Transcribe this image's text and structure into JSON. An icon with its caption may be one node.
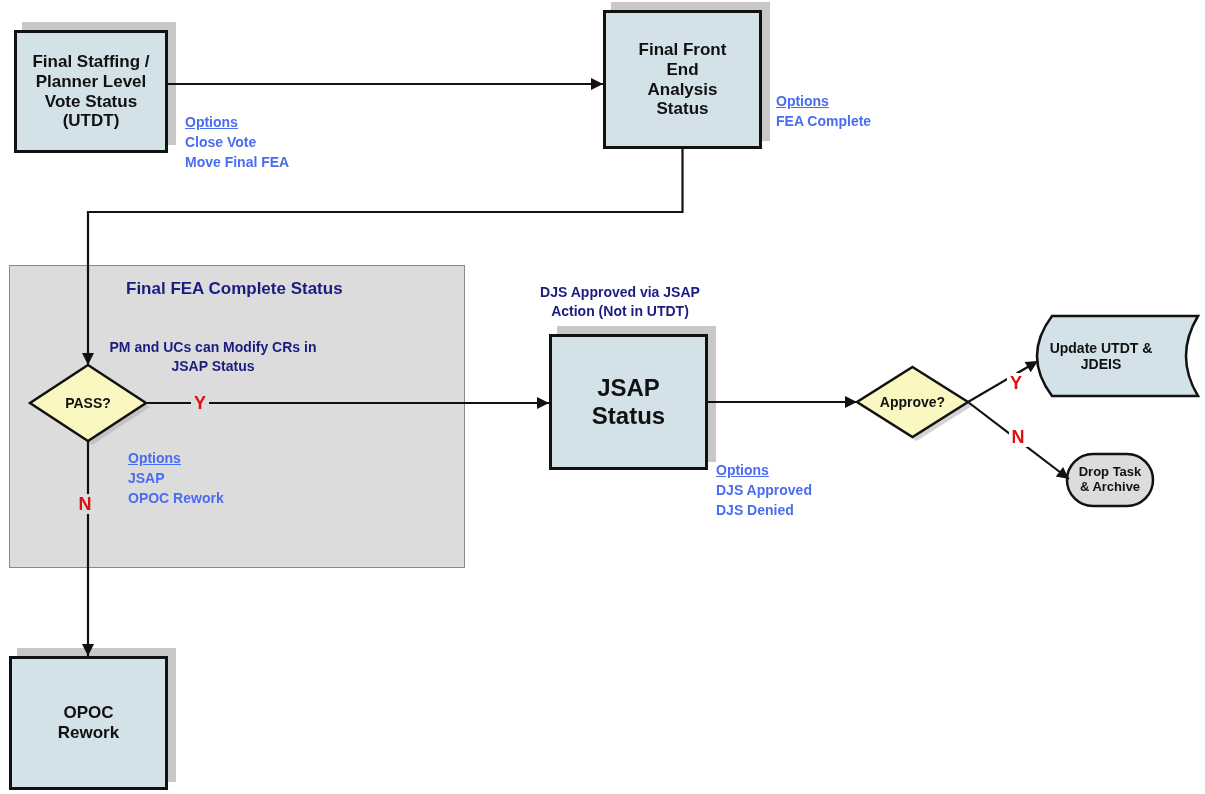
{
  "diagram": {
    "nodes": [
      {
        "text": [
          "Final Staffing / Planner Level Vote Status (UTDT)"
        ],
        "beside": [
          "Options",
          "Close Vote",
          "Move Final FEA"
        ]
      },
      {
        "text": [
          "Final Front End Analysis Status"
        ],
        "beside": [
          "Options",
          "FEA Complete"
        ]
      },
      {
        "text": [
          "Final FEA Complete Status"
        ]
      },
      {
        "text": [
          "PASS?"
        ],
        "in": 2,
        "beside": [
          "PM and UCs can Modify CRs in JSAP Status",
          "Options",
          "JSAP",
          "OPOC Rework"
        ]
      },
      {
        "text": [
          "JSAP Status"
        ],
        "beside": [
          "DJS Approved via JSAP Action (Not in UTDT)",
          "Options",
          "DJS Approved",
          "DJS Denied"
        ]
      },
      {
        "text": [
          "Approve?"
        ]
      },
      {
        "text": [
          "Update UTDT & JDEIS"
        ]
      },
      {
        "text": [
          "Drop Task & Archive"
        ]
      },
      {
        "text": [
          "OPOC Rework"
        ]
      }
    ],
    "edges": [
      {
        "from": 0,
        "to": 1,
        "arrow": "to"
      },
      {
        "from": 1,
        "to": 3,
        "arrow": "to"
      },
      {
        "from": 3,
        "to": 4,
        "arrow": "to",
        "label": "Y"
      },
      {
        "from": 3,
        "to": 8,
        "arrow": "to",
        "label": "N"
      },
      {
        "from": 4,
        "to": 5,
        "arrow": "to"
      },
      {
        "from": 5,
        "to": 6,
        "arrow": "to",
        "label": "Y"
      },
      {
        "from": 5,
        "to": 7,
        "arrow": "to",
        "label": "N"
      }
    ]
  }
}
